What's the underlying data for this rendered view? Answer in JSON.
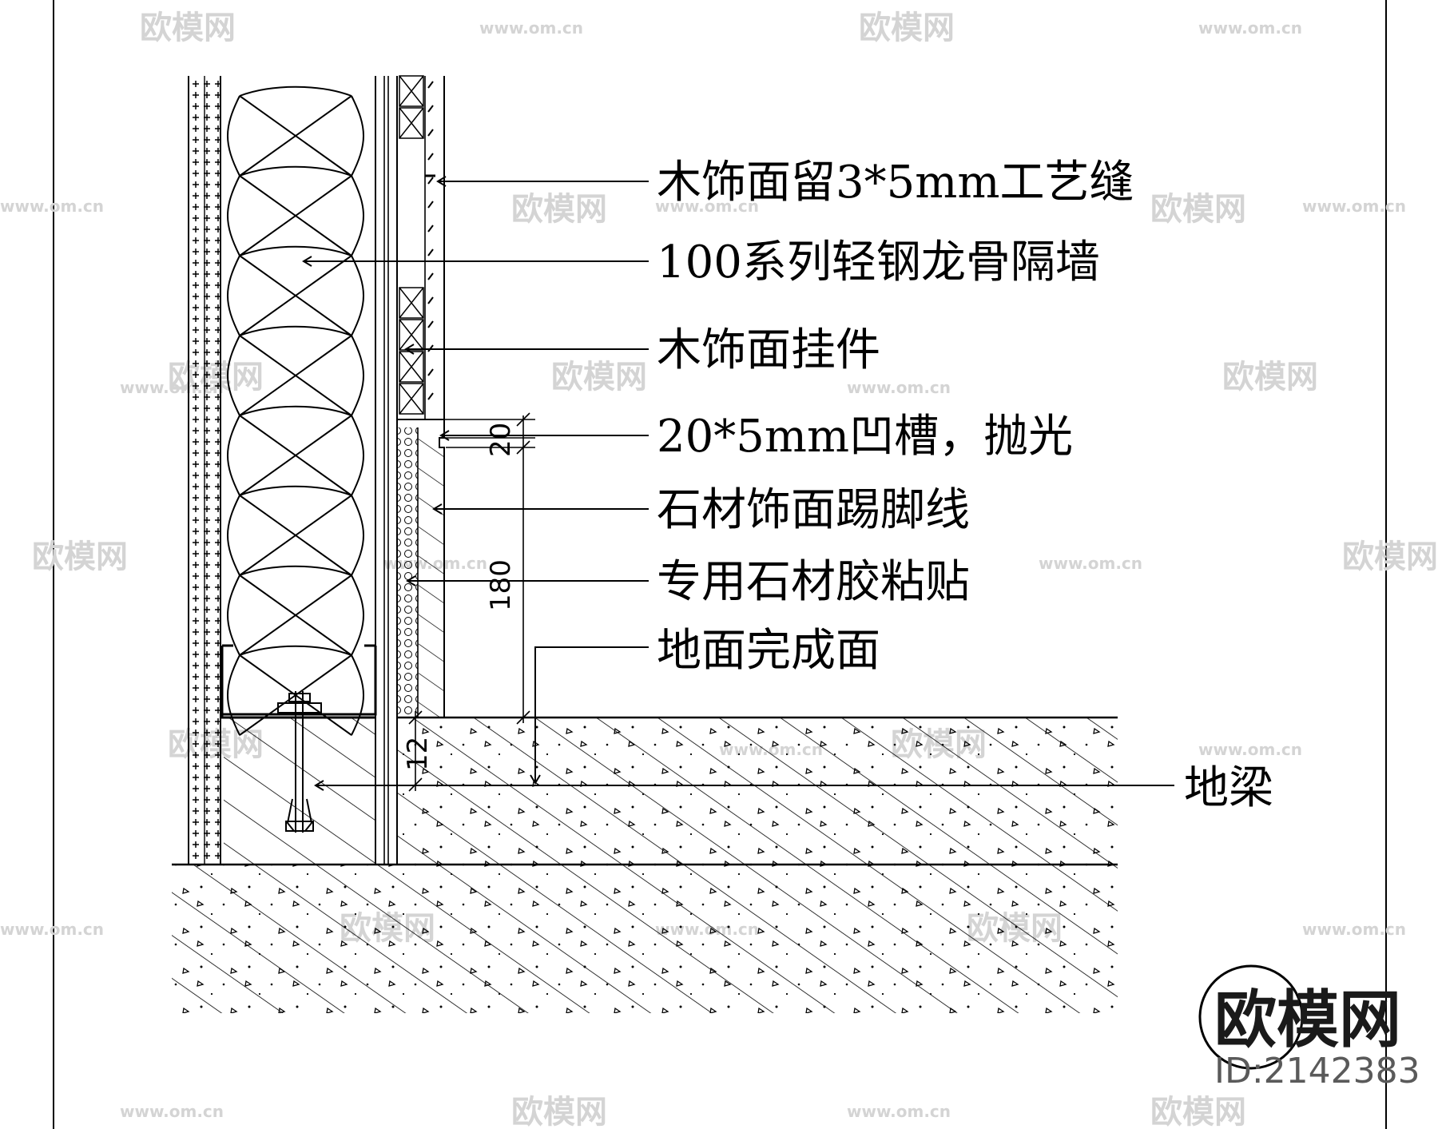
{
  "labels": [
    {
      "id": "wood-gap",
      "text": "木饰面留3*5mm工艺缝"
    },
    {
      "id": "steel-keel",
      "text": "100系列轻钢龙骨隔墙"
    },
    {
      "id": "wood-hanger",
      "text": "木饰面挂件"
    },
    {
      "id": "groove",
      "text": "20*5mm凹槽，抛光"
    },
    {
      "id": "stone-skirting",
      "text": "石材饰面踢脚线"
    },
    {
      "id": "stone-adhesive",
      "text": "专用石材胶粘贴"
    },
    {
      "id": "floor-finish",
      "text": "地面完成面"
    },
    {
      "id": "ground-beam",
      "text": "地梁"
    }
  ],
  "dimensions": {
    "groove": "20",
    "skirting": "180",
    "base": "12"
  },
  "watermark": {
    "logo_text": "欧模网",
    "site_text": "www.om.cn",
    "id_text": "ID:2142383"
  },
  "colors": {
    "line": "#000000",
    "watermark": "#d4d4d4",
    "background": "#ffffff"
  }
}
